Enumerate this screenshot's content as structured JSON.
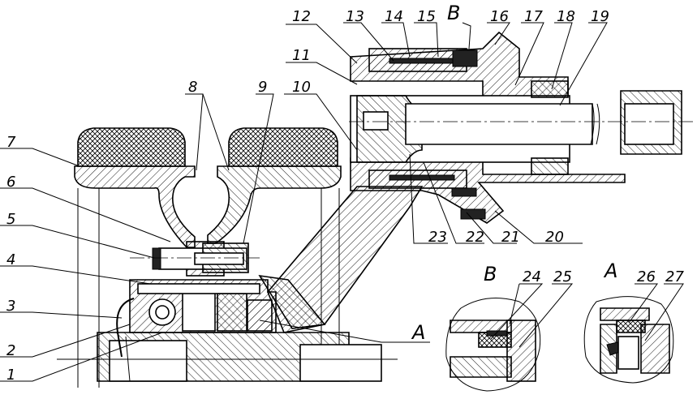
{
  "drawing": {
    "callouts": [
      {
        "id": "1",
        "text": "1"
      },
      {
        "id": "2",
        "text": "2"
      },
      {
        "id": "3",
        "text": "3"
      },
      {
        "id": "4",
        "text": "4"
      },
      {
        "id": "5",
        "text": "5"
      },
      {
        "id": "6",
        "text": "6"
      },
      {
        "id": "7",
        "text": "7"
      },
      {
        "id": "8",
        "text": "8"
      },
      {
        "id": "9",
        "text": "9"
      },
      {
        "id": "10",
        "text": "10"
      },
      {
        "id": "11",
        "text": "11"
      },
      {
        "id": "12",
        "text": "12"
      },
      {
        "id": "13",
        "text": "13"
      },
      {
        "id": "14",
        "text": "14"
      },
      {
        "id": "15",
        "text": "15"
      },
      {
        "id": "16",
        "text": "16"
      },
      {
        "id": "17",
        "text": "17"
      },
      {
        "id": "18",
        "text": "18"
      },
      {
        "id": "19",
        "text": "19"
      },
      {
        "id": "20",
        "text": "20"
      },
      {
        "id": "21",
        "text": "21"
      },
      {
        "id": "22",
        "text": "22"
      },
      {
        "id": "23",
        "text": "23"
      },
      {
        "id": "24",
        "text": "24"
      },
      {
        "id": "25",
        "text": "25"
      },
      {
        "id": "26",
        "text": "26"
      },
      {
        "id": "27",
        "text": "27"
      }
    ],
    "view_labels": {
      "B_top": "B",
      "A_main": "A",
      "B_detail": "B",
      "A_detail": "A"
    }
  }
}
